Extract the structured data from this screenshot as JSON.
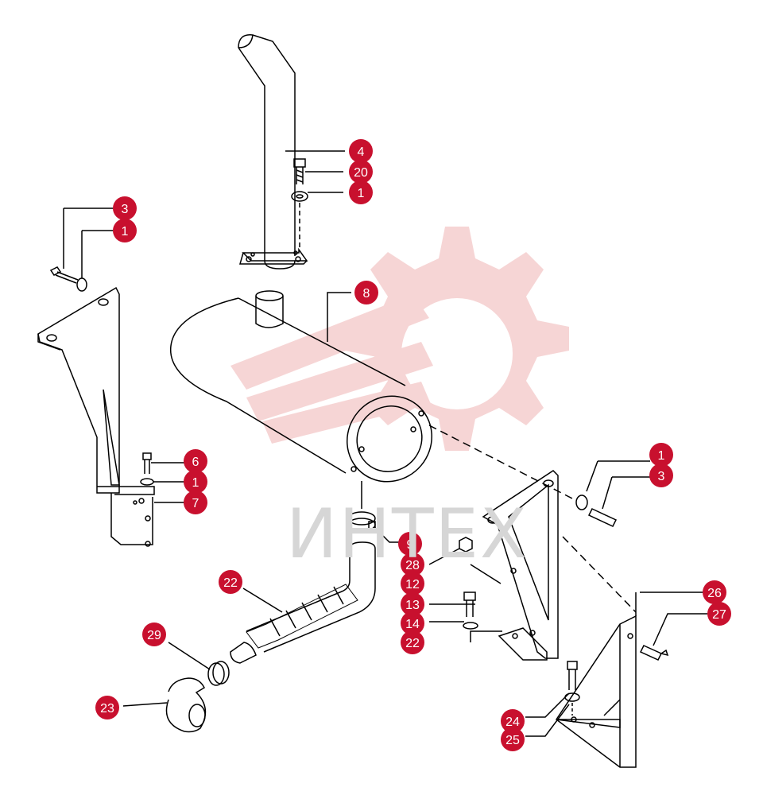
{
  "watermark": {
    "text": "ИНТЕХ",
    "color": "#f2c2c2"
  },
  "callout_color": "#c8102e",
  "callouts": [
    {
      "id": "c-4",
      "label": "4"
    },
    {
      "id": "c-20",
      "label": "20"
    },
    {
      "id": "c-1a",
      "label": "1"
    },
    {
      "id": "c-3a",
      "label": "3"
    },
    {
      "id": "c-1b",
      "label": "1"
    },
    {
      "id": "c-8",
      "label": "8"
    },
    {
      "id": "c-6",
      "label": "6"
    },
    {
      "id": "c-1c",
      "label": "1"
    },
    {
      "id": "c-7",
      "label": "7"
    },
    {
      "id": "c-1d",
      "label": "1"
    },
    {
      "id": "c-3b",
      "label": "3"
    },
    {
      "id": "c-9",
      "label": "9"
    },
    {
      "id": "c-28",
      "label": "28"
    },
    {
      "id": "c-12",
      "label": "12"
    },
    {
      "id": "c-13",
      "label": "13"
    },
    {
      "id": "c-14",
      "label": "14"
    },
    {
      "id": "c-22a",
      "label": "22"
    },
    {
      "id": "c-22b",
      "label": "22"
    },
    {
      "id": "c-26",
      "label": "26"
    },
    {
      "id": "c-27",
      "label": "27"
    },
    {
      "id": "c-29",
      "label": "29"
    },
    {
      "id": "c-23",
      "label": "23"
    },
    {
      "id": "c-24",
      "label": "24"
    },
    {
      "id": "c-25",
      "label": "25"
    }
  ]
}
